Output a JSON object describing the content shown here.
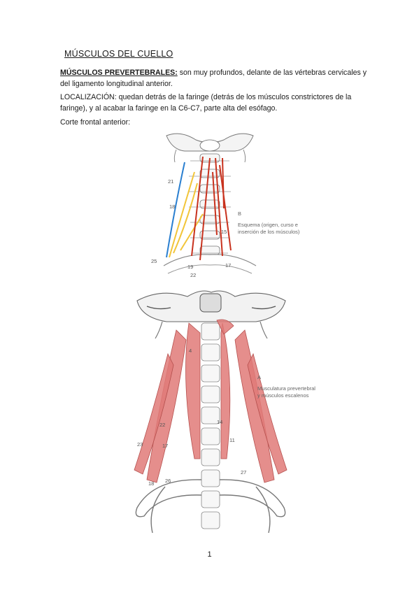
{
  "title": "MÚSCULOS DEL CUELLO",
  "paragraph1": {
    "lead": "MÚSCULOS PREVERTEBRALES:",
    "text": " son muy profundos, delante de las vértebras cervicales y del ligamento longitudinal anterior."
  },
  "paragraph2": {
    "text": "LOCALIZACIÓN: quedan detrás de la faringe (detrás de los músculos constrictores de la faringe), y al acabar la faringe en la C6-C7, parte alta del esófago."
  },
  "paragraph3": {
    "text": "Corte frontal anterior:"
  },
  "figure_top": {
    "letter": "B",
    "caption_line1": "Esquema (origen, curso e",
    "caption_line2": "inserción de los músculos)",
    "labels": [
      "21",
      "18",
      "25",
      "19",
      "22",
      "15",
      "17"
    ]
  },
  "figure_bottom": {
    "letter": "A",
    "caption_line1": "Musculatura prevertebral",
    "caption_line2": "y músculos escalenos",
    "labels": [
      "4",
      "22",
      "23",
      "17",
      "18",
      "26",
      "14",
      "11",
      "27"
    ]
  },
  "page_number": "1",
  "colors": {
    "muscle": "#e07a78",
    "blue_line": "#2a7fd0",
    "yellow_line": "#f2c53a",
    "red_line": "#c8321e"
  }
}
